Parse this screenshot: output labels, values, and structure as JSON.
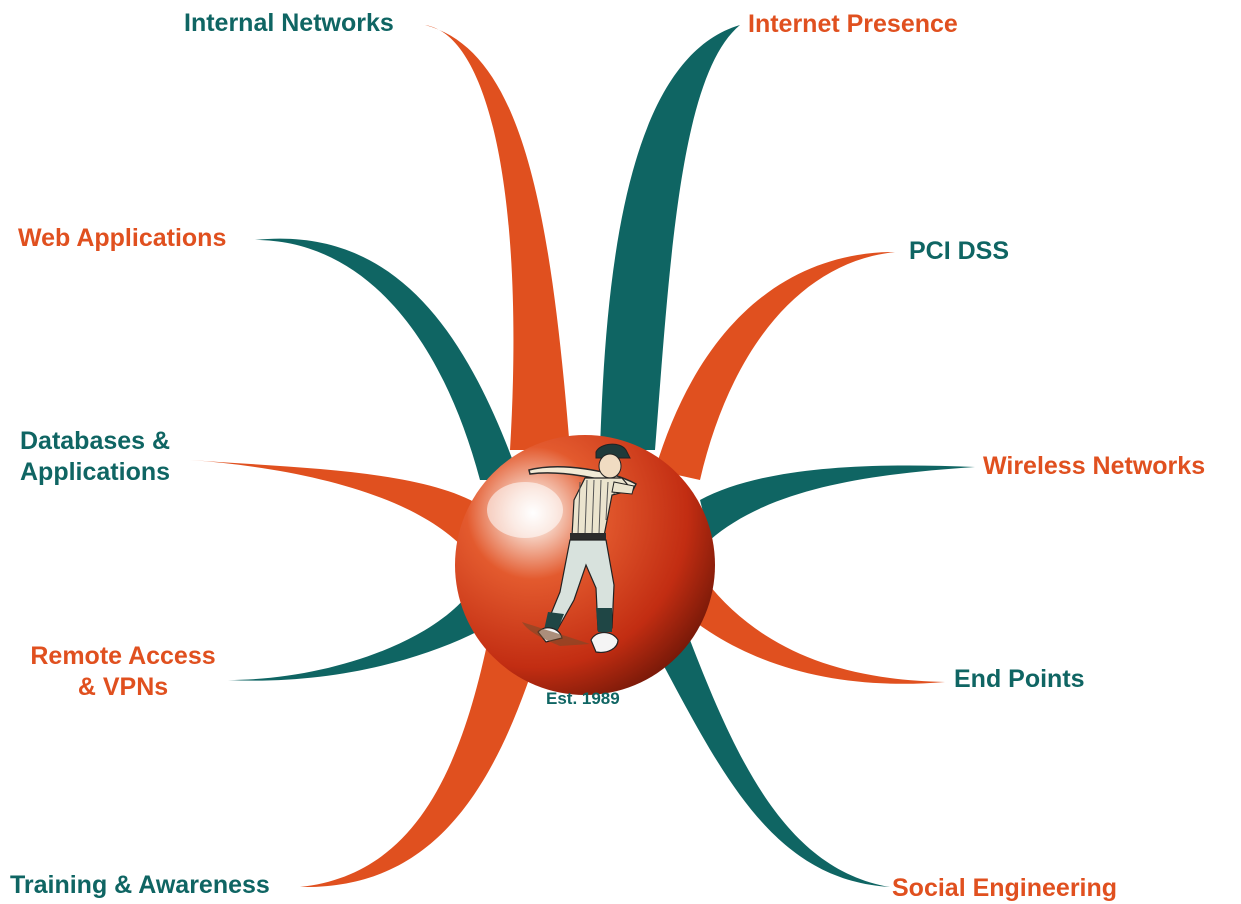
{
  "center": {
    "est_label": "Est. 1989",
    "logo_icon": "baseball-batter-icon"
  },
  "colors": {
    "teal": "#0f6563",
    "orange": "#e0501f",
    "sphere": "#c72f12"
  },
  "branches": {
    "internal_networks": "Internal Networks",
    "internet_presence": "Internet Presence",
    "web_applications": "Web Applications",
    "pci_dss": "PCI DSS",
    "databases_line1": "Databases &",
    "databases_line2": "Applications",
    "wireless_networks": "Wireless Networks",
    "remote_access_line1": "Remote Access",
    "remote_access_line2": "& VPNs",
    "end_points": "End Points",
    "training_awareness": "Training & Awareness",
    "social_engineering": "Social Engineering"
  }
}
